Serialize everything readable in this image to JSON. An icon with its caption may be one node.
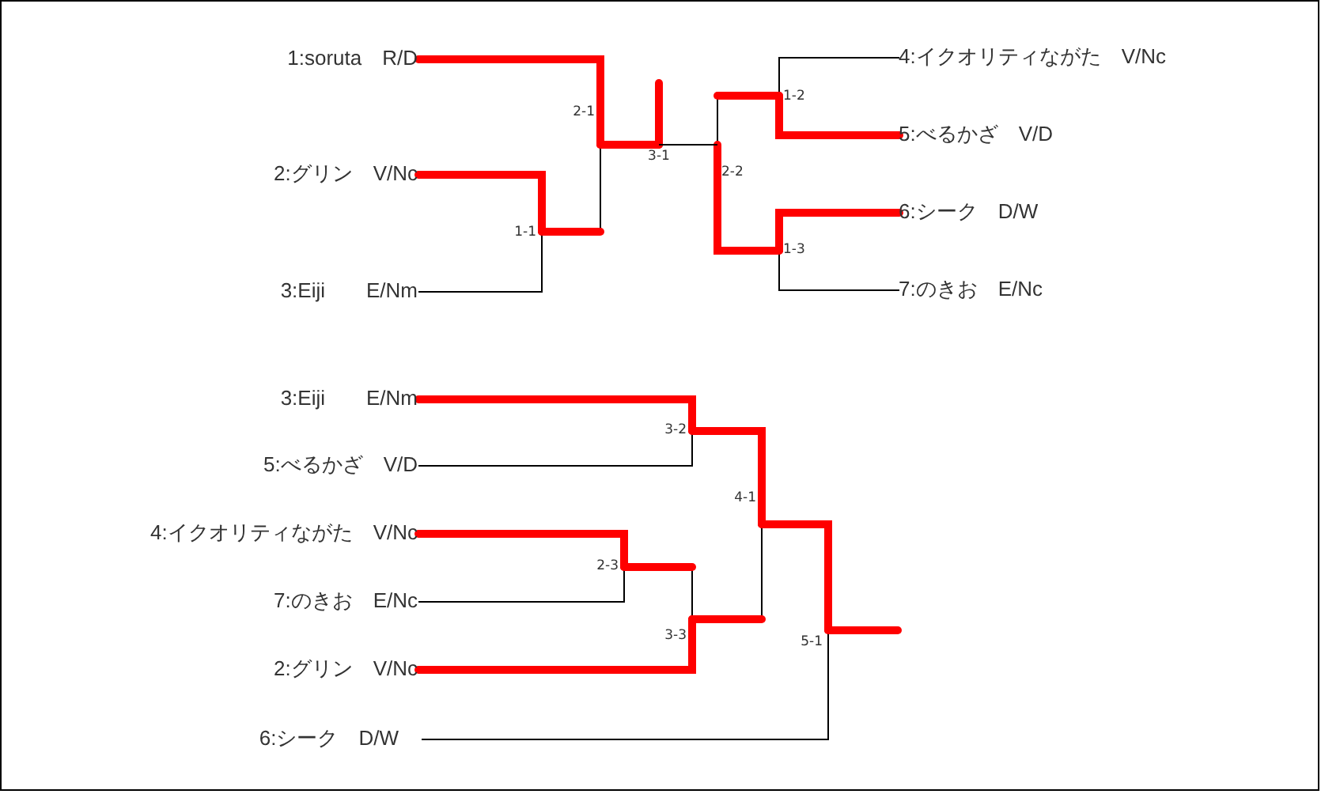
{
  "diagram": {
    "nodes": [
      {
        "text": [
          "1:soruta　R/D"
        ]
      },
      {
        "text": [
          "2:グリン　V/Nc"
        ]
      },
      {
        "text": [
          "3:Eiji　　E/Nm"
        ]
      },
      {
        "text": [
          "4:イクオリティながた　V/Nc"
        ]
      },
      {
        "text": [
          "5:べるかざ　V/D"
        ]
      },
      {
        "text": [
          "6:シーク　D/W"
        ]
      },
      {
        "text": [
          "7:のきお　E/Nc"
        ]
      },
      {
        "text": [
          "2-1"
        ]
      },
      {
        "text": [
          "1-1"
        ]
      },
      {
        "text": [
          "3-1"
        ]
      },
      {
        "text": [
          "1-2"
        ]
      },
      {
        "text": [
          "2-2"
        ]
      },
      {
        "text": [
          "1-3"
        ]
      },
      {
        "text": [
          "3:Eiji　　E/Nm"
        ]
      },
      {
        "text": [
          "5:べるかざ　V/D"
        ]
      },
      {
        "text": [
          "4:イクオリティながた　V/Nc"
        ]
      },
      {
        "text": [
          "7:のきお　E/Nc"
        ]
      },
      {
        "text": [
          "2:グリン　V/Nc"
        ]
      },
      {
        "text": [
          "6:シーク　D/W"
        ]
      },
      {
        "text": [
          "3-2"
        ]
      },
      {
        "text": [
          "2-3"
        ]
      },
      {
        "text": [
          "3-3"
        ]
      },
      {
        "text": [
          "4-1"
        ]
      },
      {
        "text": [
          "5-1"
        ]
      }
    ],
    "edges": [
      {
        "from": 0,
        "to": 7,
        "arrow": "none"
      },
      {
        "from": 1,
        "to": 8,
        "arrow": "none"
      },
      {
        "from": 2,
        "to": 8,
        "arrow": "none",
        "color": "#000000"
      },
      {
        "from": 8,
        "to": 7,
        "arrow": "none",
        "color": "#000000"
      },
      {
        "from": 7,
        "to": 9,
        "arrow": "none"
      },
      {
        "from": 9,
        "to": null,
        "arrow": "none"
      },
      {
        "from": 3,
        "to": 10,
        "arrow": "none",
        "color": "#000000"
      },
      {
        "from": 4,
        "to": 10,
        "arrow": "none"
      },
      {
        "from": 10,
        "to": 11,
        "arrow": "none",
        "color": "#000000"
      },
      {
        "from": 5,
        "to": 12,
        "arrow": "none"
      },
      {
        "from": 6,
        "to": 12,
        "arrow": "none",
        "color": "#000000"
      },
      {
        "from": 12,
        "to": 11,
        "arrow": "none"
      },
      {
        "from": 11,
        "to": 9,
        "arrow": "none",
        "color": "#000000"
      },
      {
        "from": 13,
        "to": 19,
        "arrow": "none"
      },
      {
        "from": 14,
        "to": 19,
        "arrow": "none",
        "color": "#000000"
      },
      {
        "from": 15,
        "to": 20,
        "arrow": "none"
      },
      {
        "from": 16,
        "to": 20,
        "arrow": "none",
        "color": "#000000"
      },
      {
        "from": 20,
        "to": 21,
        "arrow": "none",
        "color": "#000000"
      },
      {
        "from": 17,
        "to": 21,
        "arrow": "none"
      },
      {
        "from": 19,
        "to": 22,
        "arrow": "none"
      },
      {
        "from": 21,
        "to": 22,
        "arrow": "none",
        "color": "#000000"
      },
      {
        "from": 22,
        "to": 23,
        "arrow": "none"
      },
      {
        "from": 18,
        "to": 23,
        "arrow": "none",
        "color": "#000000"
      },
      {
        "from": 23,
        "to": null,
        "arrow": "none"
      }
    ]
  }
}
